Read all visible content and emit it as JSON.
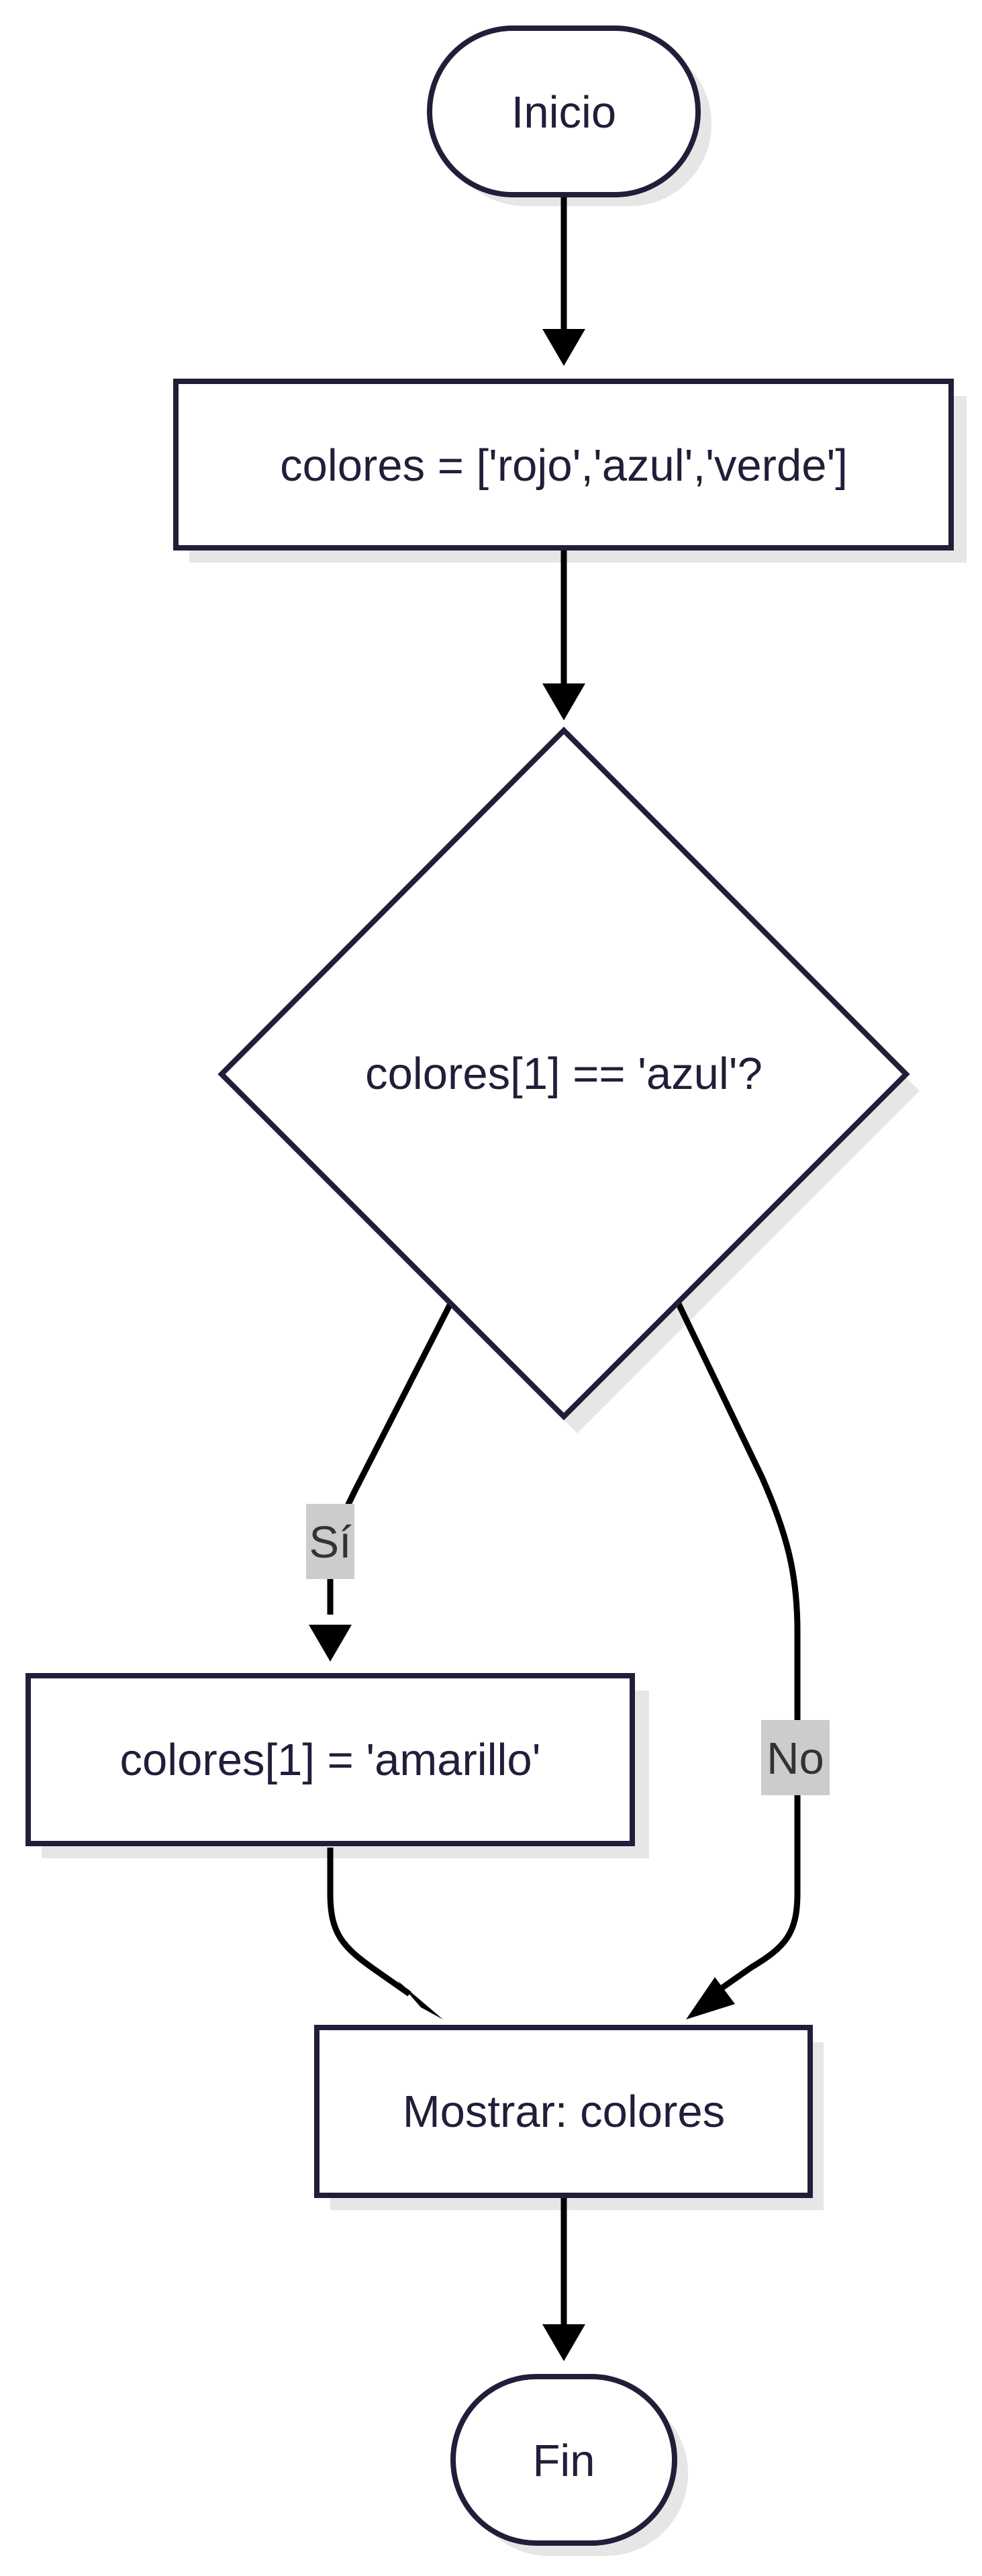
{
  "diagram": {
    "nodes": {
      "start": "Inicio",
      "assign": "colores = ['rojo','azul','verde']",
      "decision": "colores[1] == 'azul'?",
      "update": "colores[1] = 'amarillo'",
      "output": "Mostrar: colores",
      "end": "Fin"
    },
    "edges": {
      "yes_label": "Sí",
      "no_label": "No"
    }
  },
  "colors": {
    "stroke": "#1f1f3a",
    "arrow": "#000000",
    "shadow": "#e6e6e6",
    "label_bg": "#cccccc",
    "text": "#1f1f3a"
  }
}
